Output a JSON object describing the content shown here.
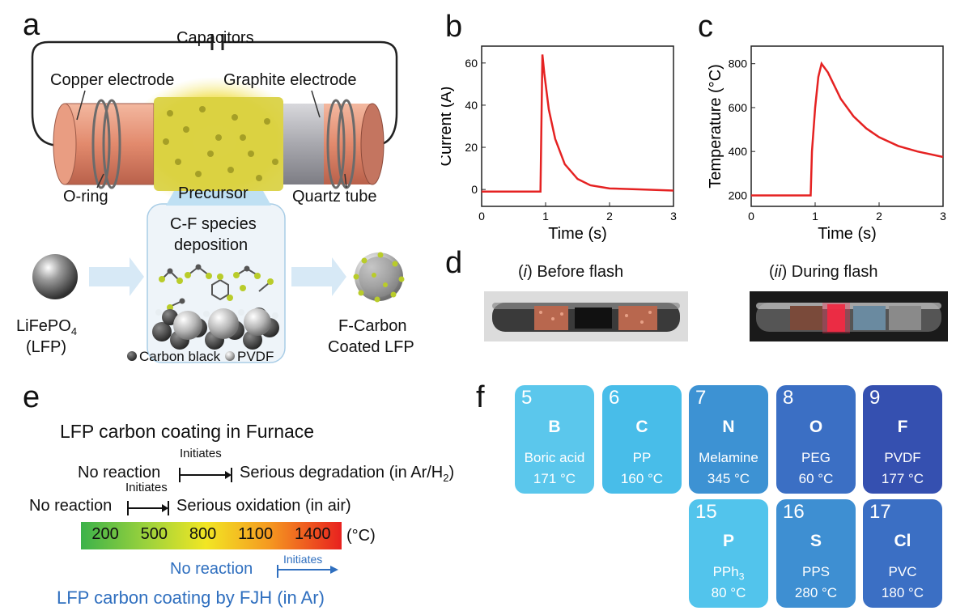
{
  "panels": {
    "a": "a",
    "b": "b",
    "c": "c",
    "d": "d",
    "e": "e",
    "f": "f"
  },
  "panel_a": {
    "capacitors": "Capacitors",
    "copper_electrode": "Copper electrode",
    "graphite_electrode": "Graphite electrode",
    "o_ring": "O-ring",
    "precursor": "Precursor",
    "quartz_tube": "Quartz tube",
    "cf_species_line1": "C-F species",
    "cf_species_line2": "deposition",
    "lfp_line1": "LiFePO",
    "lfp_sub": "4",
    "lfp_line2": "(LFP)",
    "fcarbon_line1": "F-Carbon",
    "fcarbon_line2": "Coated LFP",
    "carbon_black": "Carbon black",
    "pvdf": "PVDF"
  },
  "chart_data": [
    {
      "id": "b",
      "type": "line",
      "xlabel": "Time (s)",
      "ylabel": "Current (A)",
      "xlim": [
        0,
        3
      ],
      "ylim": [
        -8,
        68
      ],
      "xticks": [
        "0",
        "1",
        "2",
        "3"
      ],
      "yticks": [
        "0",
        "20",
        "40",
        "60"
      ],
      "color": "#e52222",
      "x": [
        0,
        0.5,
        0.92,
        0.95,
        0.98,
        1.05,
        1.15,
        1.3,
        1.5,
        1.7,
        2.0,
        2.5,
        3.0
      ],
      "y": [
        -1,
        -1,
        -1,
        64,
        55,
        38,
        24,
        12,
        5,
        2,
        0.5,
        0,
        -0.5
      ]
    },
    {
      "id": "c",
      "type": "line",
      "xlabel": "Time (s)",
      "ylabel": "Temperature (°C)",
      "xlim": [
        0,
        3
      ],
      "ylim": [
        150,
        880
      ],
      "xticks": [
        "0",
        "1",
        "2",
        "3"
      ],
      "yticks": [
        "200",
        "400",
        "600",
        "800"
      ],
      "color": "#e52222",
      "x": [
        0,
        0.93,
        0.95,
        1.0,
        1.05,
        1.1,
        1.2,
        1.4,
        1.6,
        1.8,
        2.0,
        2.3,
        2.6,
        3.0
      ],
      "y": [
        200,
        200,
        400,
        600,
        740,
        800,
        760,
        640,
        560,
        505,
        465,
        425,
        400,
        375
      ]
    }
  ],
  "panel_d": {
    "before_i": "i",
    "before_text": ") Before flash",
    "during_i": "ii",
    "during_text": ") During flash",
    "paren": "("
  },
  "panel_e": {
    "furnace_title": "LFP carbon coating in Furnace",
    "initiates": "Initiates",
    "no_reaction": "No reaction",
    "degradation": "Serious degradation (in Ar/H",
    "degradation_sub": "2",
    "degradation_end": ")",
    "oxidation": "Serious oxidation (in air)",
    "scale": [
      "200",
      "500",
      "800",
      "1100",
      "1400"
    ],
    "unit": "(°C)",
    "fjh_title": "LFP carbon coating by FJH (in Ar)",
    "accent": "#2f6fbf"
  },
  "panel_f": {
    "tiles": [
      {
        "num": "5",
        "sym": "B",
        "compound": "Boric acid",
        "temp": "171 °C",
        "color": "#5bc7ec"
      },
      {
        "num": "6",
        "sym": "C",
        "compound": "PP",
        "temp": "160 °C",
        "color": "#48bde9"
      },
      {
        "num": "7",
        "sym": "N",
        "compound": "Melamine",
        "temp": "345 °C",
        "color": "#3d92d3"
      },
      {
        "num": "8",
        "sym": "O",
        "compound": "PEG",
        "temp": "60 °C",
        "color": "#3b6fc4"
      },
      {
        "num": "9",
        "sym": "F",
        "compound": "PVDF",
        "temp": "177 °C",
        "color": "#3550b0"
      },
      {
        "num": "15",
        "sym": "P",
        "compound": "PPh",
        "compound_sub": "3",
        "temp": "80 °C",
        "color": "#52c4ec"
      },
      {
        "num": "16",
        "sym": "S",
        "compound": "PPS",
        "temp": "280 °C",
        "color": "#3e8fd2"
      },
      {
        "num": "17",
        "sym": "Cl",
        "compound": "PVC",
        "temp": "180 °C",
        "color": "#3b6fc4"
      }
    ]
  }
}
